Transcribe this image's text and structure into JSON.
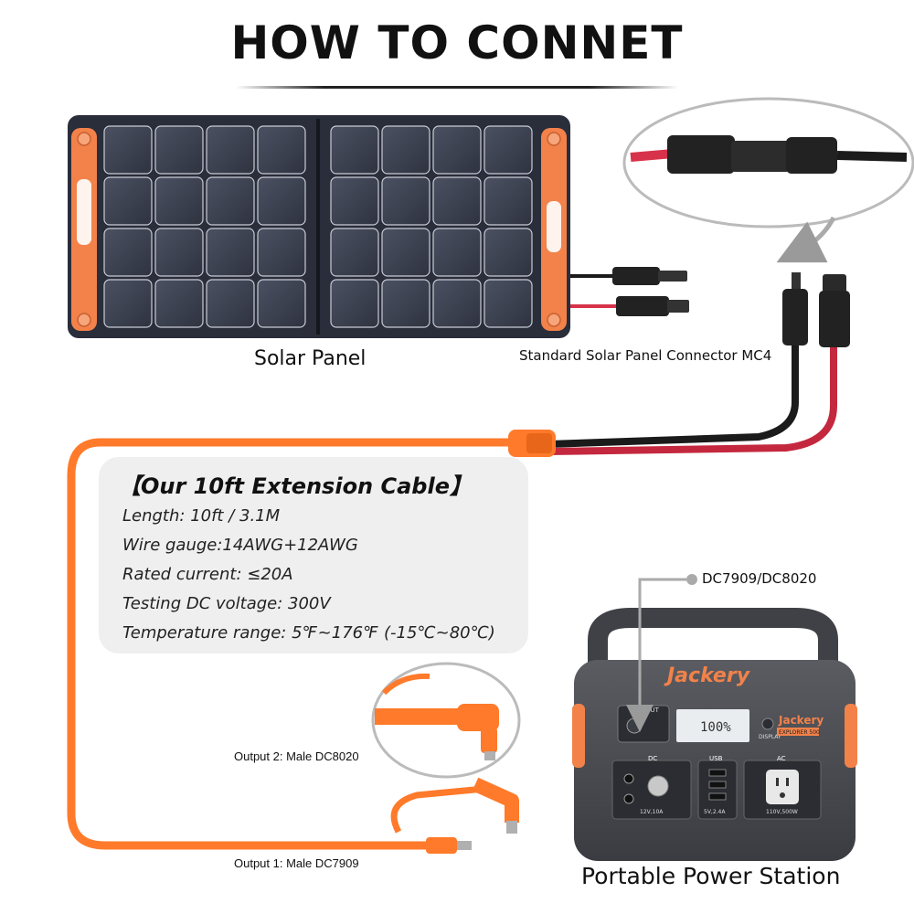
{
  "header": {
    "title": "HOW TO CONNET"
  },
  "labels": {
    "solar_panel": "Solar Panel",
    "mc4_connector": "Standard Solar Panel Connector MC4",
    "dc_port": "DC7909/DC8020",
    "output_2": "Output 2: Male DC8020",
    "output_1": "Output 1: Male DC7909",
    "power_station": "Portable Power Station"
  },
  "specs": {
    "title": "【Our 10ft Extension Cable】",
    "lines": [
      "Length: 10ft / 3.1M",
      "Wire gauge:14AWG+12AWG",
      "Rated current: ≤20A",
      "Testing DC voltage: 300V",
      "Temperature range: 5℉~176℉  (-15℃~80℃)"
    ]
  },
  "device": {
    "brand": "Jackery",
    "model_text": "EXPLORER 500",
    "battery_percent": "100%",
    "input_label": "INPUT",
    "display_label": "DISPLAY",
    "dc_section": "DC",
    "usb_section": "USB",
    "ac_section": "AC",
    "dc_rating": "12V,10A",
    "usb_rating": "5V,2.4A",
    "ac_rating": "110V,500W"
  },
  "colors": {
    "cable_orange": "#ff7a2a",
    "panel_dark": "#3a3f4e",
    "panel_frame": "#2a2d3a",
    "accent_orange": "#f2824a",
    "wire_red": "#d7324a",
    "wire_black": "#1b1b1b",
    "station_body": "#4a4c52"
  },
  "icons": [
    "arrow-curved-icon",
    "arrow-pointer-icon"
  ]
}
